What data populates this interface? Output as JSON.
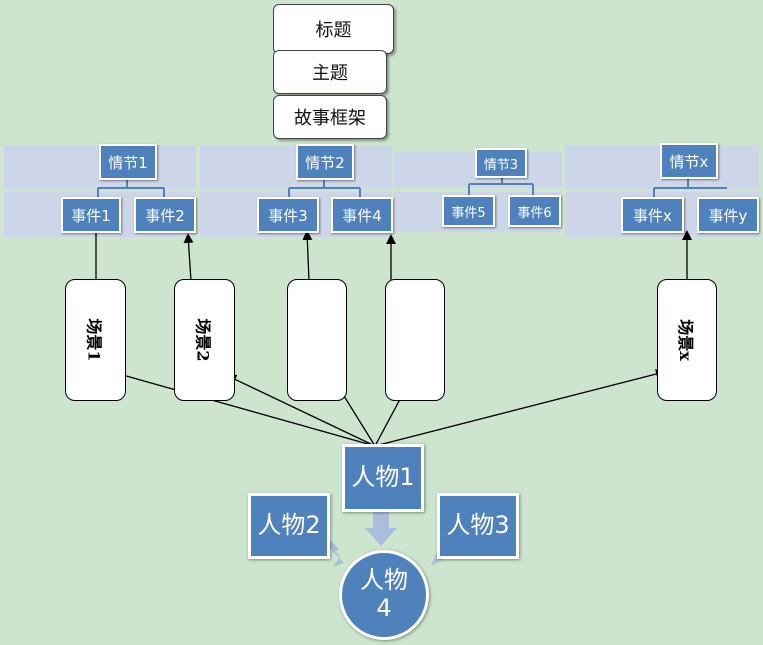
{
  "framework": {
    "title": "标题",
    "theme": "主题",
    "story_framework": "故事框架"
  },
  "plots": [
    {
      "label": "情节1",
      "events": [
        "事件1",
        "事件2"
      ]
    },
    {
      "label": "情节2",
      "events": [
        "事件3",
        "事件4"
      ]
    },
    {
      "label": "情节3",
      "events": [
        "事件5",
        "事件6"
      ]
    },
    {
      "label": "情节x",
      "events": [
        "事件x",
        "事件y"
      ]
    }
  ],
  "scenes": [
    "场景1",
    "场景2",
    "",
    "",
    "场景x"
  ],
  "characters": {
    "p1": "人物1",
    "p2": "人物2",
    "p3": "人物3",
    "p4_line1": "人物",
    "p4_line2": "4"
  },
  "colors": {
    "background": "#cde5cf",
    "node_fill": "#4f81bd",
    "band_fill": "#cdd6e8",
    "connector": "#4f81bd",
    "faint_arrow": "#a9bedc"
  }
}
